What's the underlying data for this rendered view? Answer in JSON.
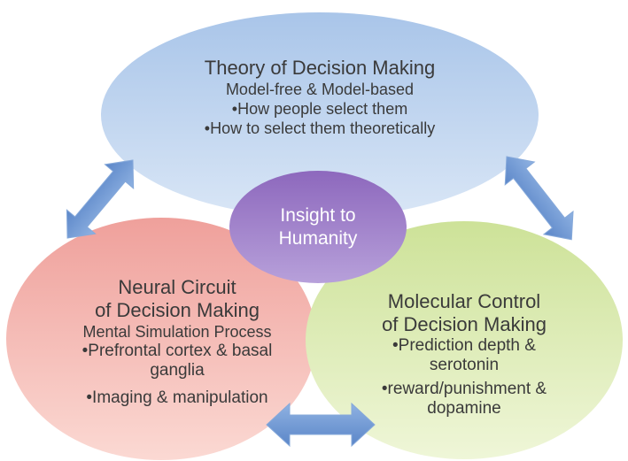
{
  "theory": {
    "title": "Theory of Decision Making",
    "lines": [
      "Model-free & Model-based",
      "•How people select them",
      "•How to select them theoretically"
    ]
  },
  "neural": {
    "title_lines": [
      "Neural Circuit",
      "of Decision Making"
    ],
    "subtitle": "Mental Simulation Process",
    "bullet1_lines": [
      "•Prefrontal cortex & basal",
      "ganglia"
    ],
    "bullet2": "•Imaging & manipulation"
  },
  "molecular": {
    "title_lines": [
      "Molecular Control",
      "of Decision Making"
    ],
    "bullet1_lines": [
      "•Prediction depth &",
      "serotonin"
    ],
    "bullet2_lines": [
      "•reward/punishment &",
      "dopamine"
    ]
  },
  "center": {
    "lines": [
      "Insight to",
      "Humanity"
    ]
  },
  "colors": {
    "theory_fill_top": "#a9c5e9",
    "theory_fill_bottom": "#d9e6f6",
    "neural_fill_top": "#efa09b",
    "neural_fill_bottom": "#fbd9d3",
    "molecular_fill_top": "#cde298",
    "molecular_fill_bottom": "#eff6d8",
    "center_fill_top": "#8d68bd",
    "center_fill_bottom": "#b7a0da",
    "arrow_light": "#8fb2e2",
    "arrow_dark": "#5b86c8",
    "text": "#3a3a3a",
    "center_text": "#ffffff"
  }
}
